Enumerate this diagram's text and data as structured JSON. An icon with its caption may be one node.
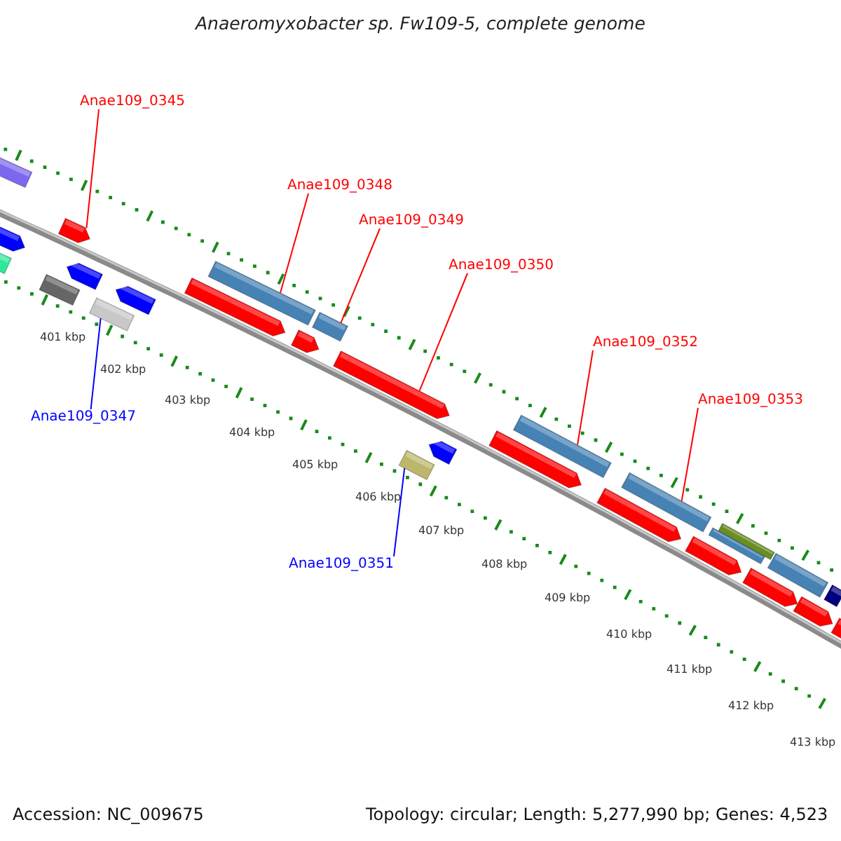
{
  "diagram": {
    "title": "Anaeromyxobacter sp. Fw109-5, complete genome",
    "nodes": [
      {
        "text": [
          "Anae109_0345"
        ]
      },
      {
        "text": [
          "Anae109_0348"
        ]
      },
      {
        "text": [
          "Anae109_0349"
        ]
      },
      {
        "text": [
          "Anae109_0350"
        ]
      },
      {
        "text": [
          "Anae109_0352"
        ]
      },
      {
        "text": [
          "Anae109_0353"
        ]
      },
      {
        "text": [
          "Anae109_0347"
        ]
      },
      {
        "text": [
          "Anae109_0351"
        ]
      },
      {
        "text": [],
        "shape": "bar"
      },
      {
        "text": [],
        "shape": "bar"
      },
      {
        "text": [],
        "shape": "bar"
      },
      {
        "text": [],
        "shape": "bar"
      },
      {
        "text": [],
        "shape": "bar"
      },
      {
        "text": [],
        "shape": "bar"
      },
      {
        "text": [],
        "shape": "bar"
      },
      {
        "text": [],
        "shape": "bar"
      },
      {
        "text": [],
        "shape": "bar"
      },
      {
        "text": [],
        "shape": "bar"
      },
      {
        "text": [],
        "shape": "bar"
      },
      {
        "text": [],
        "shape": "bar"
      },
      {
        "text": [],
        "shape": "bar"
      },
      {
        "text": [],
        "shape": "bar"
      },
      {
        "text": [],
        "shape": "bar"
      },
      {
        "text": [],
        "shape": "bar"
      },
      {
        "text": [],
        "shape": "bar"
      },
      {
        "text": [],
        "shape": "bar"
      },
      {
        "text": [],
        "shape": "bar"
      },
      {
        "text": [],
        "shape": "bar"
      },
      {
        "text": [],
        "shape": "bar"
      },
      {
        "text": [],
        "shape": "bar"
      },
      {
        "text": [],
        "shape": "bar"
      },
      {
        "text": [],
        "shape": "bar"
      },
      {
        "text": [],
        "shape": "bar"
      },
      {
        "text": [],
        "shape": "bar"
      },
      {
        "text": [],
        "shape": "bar"
      }
    ],
    "edges": [
      {
        "from": 0,
        "to": 9,
        "arrow": "none"
      },
      {
        "from": 1,
        "to": 16,
        "arrow": "none"
      },
      {
        "from": 2,
        "to": 18,
        "arrow": "none"
      },
      {
        "from": 3,
        "to": 20,
        "arrow": "none"
      },
      {
        "from": 4,
        "to": 23,
        "arrow": "none"
      },
      {
        "from": 5,
        "to": 25,
        "arrow": "none"
      },
      {
        "from": 6,
        "to": 15,
        "arrow": "none",
        "color": "#0000ff"
      },
      {
        "from": 7,
        "to": 22,
        "arrow": "none",
        "color": "#0000ff"
      }
    ],
    "labels": [
      "401 kbp",
      "402 kbp",
      "403 kbp",
      "404 kbp",
      "405 kbp",
      "406 kbp",
      "407 kbp",
      "408 kbp",
      "409 kbp",
      "410 kbp",
      "411 kbp",
      "412 kbp",
      "413 kbp",
      "Accession: NC_009675",
      "Topology: circular; Length: 5,277,990 bp; Genes: 4,523"
    ]
  }
}
